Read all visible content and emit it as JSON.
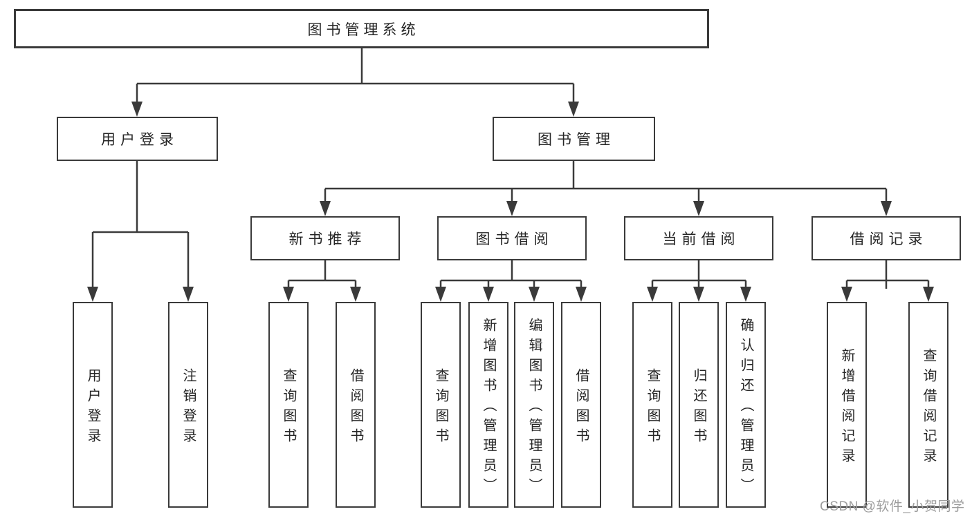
{
  "diagram": {
    "type": "hierarchy-tree",
    "root": "图书管理系统",
    "level2": [
      {
        "label": "用户登录"
      },
      {
        "label": "图书管理"
      }
    ],
    "level3": [
      {
        "label": "新书推荐",
        "parent": "图书管理"
      },
      {
        "label": "图书借阅",
        "parent": "图书管理"
      },
      {
        "label": "当前借阅",
        "parent": "图书管理"
      },
      {
        "label": "借阅记录",
        "parent": "图书管理"
      }
    ],
    "leaves": [
      {
        "parent": "用户登录",
        "label": "用户登录"
      },
      {
        "parent": "用户登录",
        "label": "注销登录"
      },
      {
        "parent": "新书推荐",
        "label": "查询图书"
      },
      {
        "parent": "新书推荐",
        "label": "借阅图书"
      },
      {
        "parent": "图书借阅",
        "label": "查询图书"
      },
      {
        "parent": "图书借阅",
        "label": "新增图书（管理员）"
      },
      {
        "parent": "图书借阅",
        "label": "编辑图书（管理员）"
      },
      {
        "parent": "图书借阅",
        "label": "借阅图书"
      },
      {
        "parent": "当前借阅",
        "label": "查询图书"
      },
      {
        "parent": "当前借阅",
        "label": "归还图书"
      },
      {
        "parent": "当前借阅",
        "label": "确认归还（管理员）"
      },
      {
        "parent": "借阅记录",
        "label": "新增借阅记录"
      },
      {
        "parent": "借阅记录",
        "label": "查询借阅记录"
      }
    ]
  },
  "watermark": "CSDN @软件_小贺同学",
  "colors": {
    "line": "#3a3a3a",
    "text": "#262626",
    "watermark": "#9d9d9d",
    "background": "#ffffff"
  }
}
